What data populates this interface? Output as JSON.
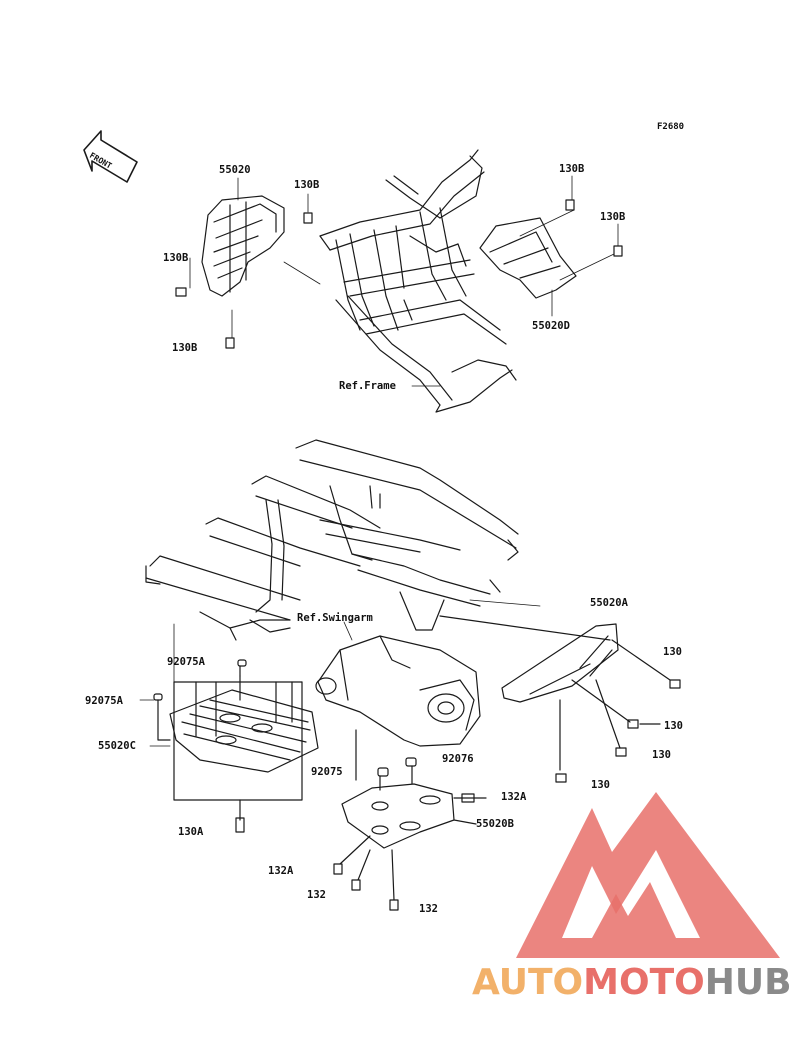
{
  "diagram": {
    "figure_code": "F2680",
    "front_arrow_text": "FRONT",
    "colors": {
      "line": "#1a1a1a",
      "logo_red": "#e8706a",
      "logo_orange": "#f2b16a",
      "logo_gray": "#8a8a8a"
    },
    "top_section": {
      "labels": {
        "p55020": "55020",
        "p130b_top": "130B",
        "p130b_left": "130B",
        "p130b_bottom": "130B",
        "p130b_right_top": "130B",
        "p130b_right": "130B",
        "p55020d": "55020D",
        "ref_frame": "Ref.Frame"
      }
    },
    "bottom_section": {
      "labels": {
        "p92075a_top": "92075A",
        "p92075a_left": "92075A",
        "p55020c": "55020C",
        "p130a": "130A",
        "ref_swingarm": "Ref.Swingarm",
        "p55020a": "55020A",
        "p130_right_top": "130",
        "p130_right_a": "130",
        "p130_right_b": "130",
        "p130_right_c": "130",
        "p92075": "92075",
        "p92076": "92076",
        "p132a_right": "132A",
        "p55020b": "55020B",
        "p132a_left": "132A",
        "p132_left": "132",
        "p132_right": "132"
      }
    }
  },
  "watermark": {
    "part1": "AUTO",
    "part2": "MOTO",
    "part3": "HUB"
  }
}
